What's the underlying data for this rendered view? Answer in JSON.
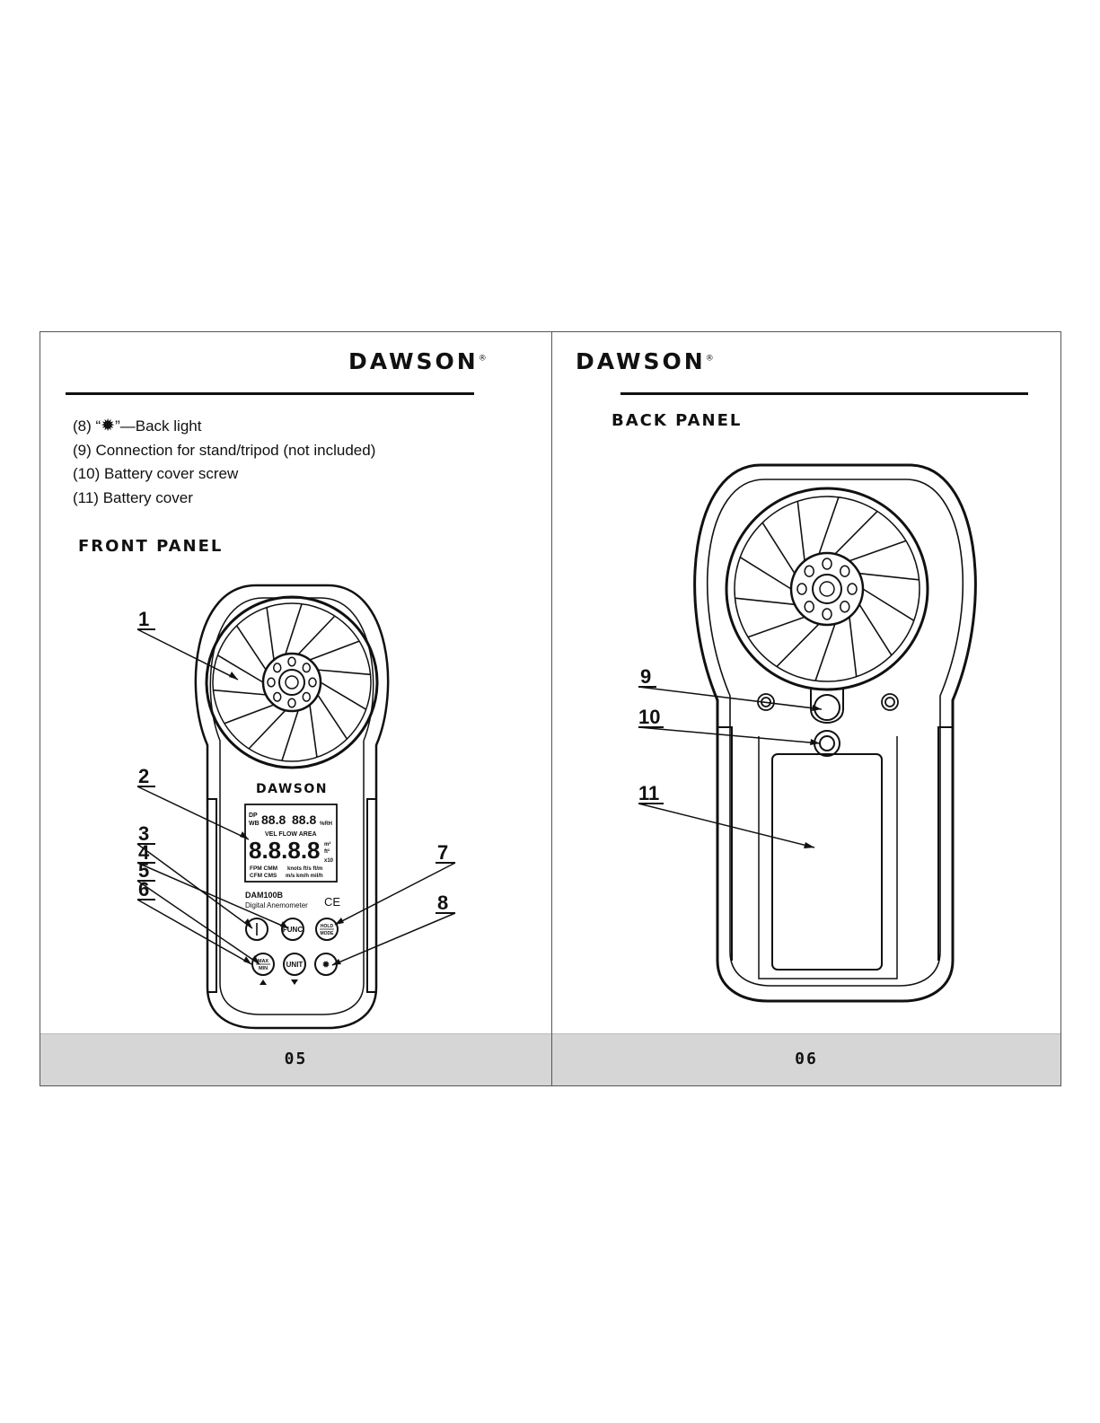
{
  "brand": {
    "name": "DAWSON",
    "registered": "®"
  },
  "left_page": {
    "items": [
      {
        "number": "(8) ",
        "icon": "sun-icon",
        "text": "—Back light"
      },
      {
        "number": "(9) ",
        "text": "Connection for stand/tripod (not included)"
      },
      {
        "number": "(10) ",
        "text": "Battery cover screw"
      },
      {
        "number": "(11) ",
        "text": "Battery cover"
      }
    ],
    "section_title": "FRONT PANEL",
    "page_number": "05",
    "device": {
      "brand": "DAWSON",
      "model": "DAM100B",
      "subtitle": "Digital Anemometer",
      "ce_mark": "CE",
      "lcd": {
        "dp": "DP",
        "wb": "WB",
        "rh": "%RH",
        "top_digits": "88.8",
        "top_digits2": "88.8",
        "modes": "VEL FLOW AREA",
        "main_digits": "8.8.8.8",
        "m2": "m²",
        "ft2": "ft²",
        "x10": "x10",
        "units_row1": "FPM CMM",
        "units_row2": "CFM CMS",
        "units_row3": "knots ft/s ft/m",
        "units_row4": "m/s km/h mil/h"
      },
      "buttons": {
        "func": "FUNC",
        "hold": "HOLD",
        "mode": "MODE",
        "max": "MAX",
        "min": "MIN",
        "unit": "UNIT"
      }
    },
    "callouts": [
      "1",
      "2",
      "3",
      "4",
      "5",
      "6",
      "7",
      "8"
    ]
  },
  "right_page": {
    "section_title": "BACK PANEL",
    "page_number": "06",
    "callouts": [
      "9",
      "10",
      "11"
    ]
  }
}
